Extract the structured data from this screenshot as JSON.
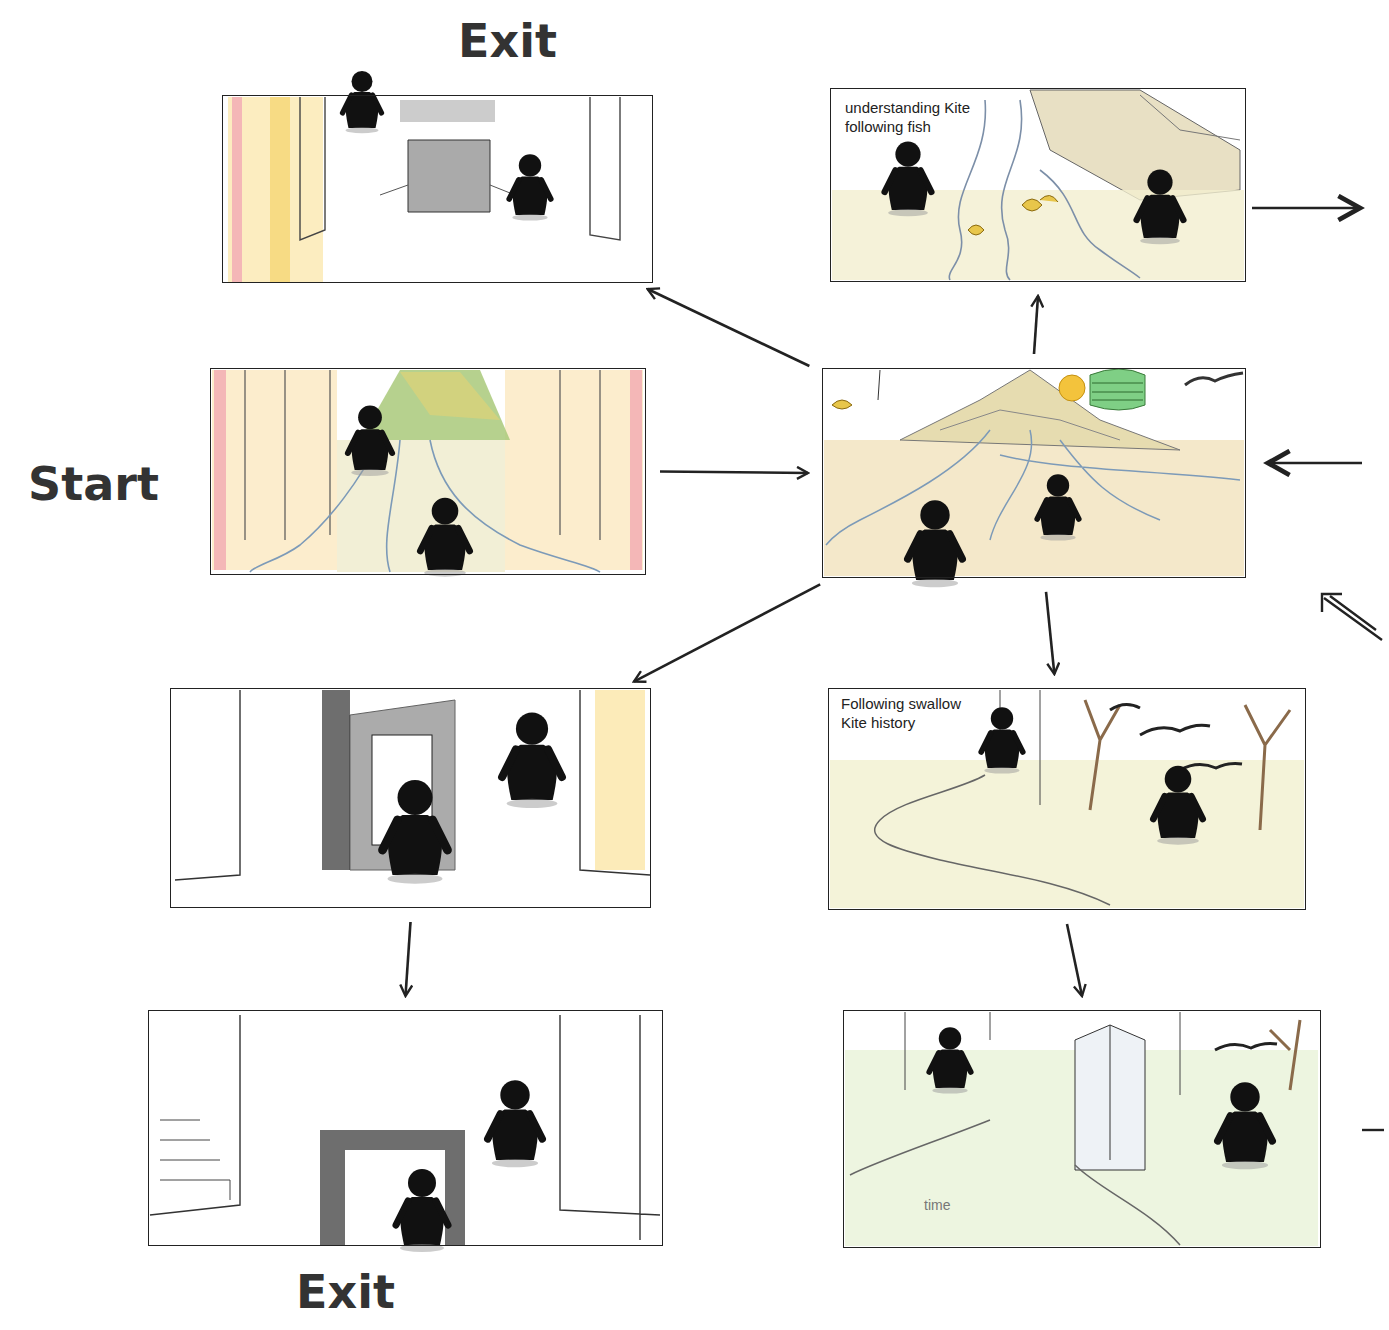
{
  "diagram": {
    "nodes": [
      {
        "text": [
          "Exit"
        ]
      },
      {
        "text": [
          "understanding Kite following fish"
        ]
      },
      {
        "text": [
          "Start"
        ]
      },
      {
        "text": []
      },
      {
        "text": []
      },
      {
        "text": [
          "Following swallow Kite history"
        ]
      },
      {
        "text": [
          "Exit"
        ]
      },
      {
        "text": [
          "time"
        ]
      }
    ],
    "edges": [
      {
        "from": 2,
        "to": 3,
        "arrow": "to"
      },
      {
        "from": 3,
        "to": 0,
        "arrow": "to"
      },
      {
        "from": 3,
        "to": 1,
        "arrow": "to"
      },
      {
        "from": 3,
        "to": 4,
        "arrow": "to"
      },
      {
        "from": 3,
        "to": 5,
        "arrow": "to"
      },
      {
        "from": 4,
        "to": 6,
        "arrow": "to"
      },
      {
        "from": 5,
        "to": 7,
        "arrow": "to"
      }
    ]
  }
}
